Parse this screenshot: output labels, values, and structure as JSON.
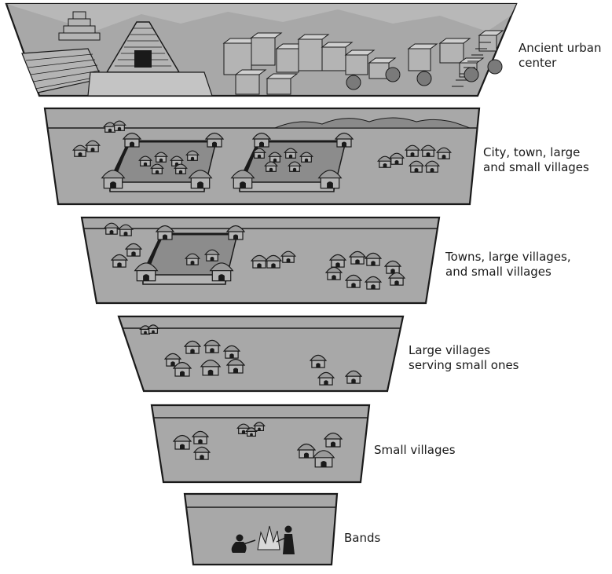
{
  "tiers": [
    {
      "label": "Ancient urban\ncenter"
    },
    {
      "label": "City, town, large\nand small villages"
    },
    {
      "label": "Towns, large villages,\nand small villages"
    },
    {
      "label": "Large villages\nserving small ones"
    },
    {
      "label": "Small villages"
    },
    {
      "label": "Bands"
    }
  ],
  "colors": {
    "panel_fill": "#a8a8a8",
    "panel_dark": "#8c8c8c",
    "outline": "#1a1a1a",
    "hut_fill": "#b4b4b4",
    "roof_fill": "#9a9a9a",
    "fire": "#d8d8d8"
  }
}
